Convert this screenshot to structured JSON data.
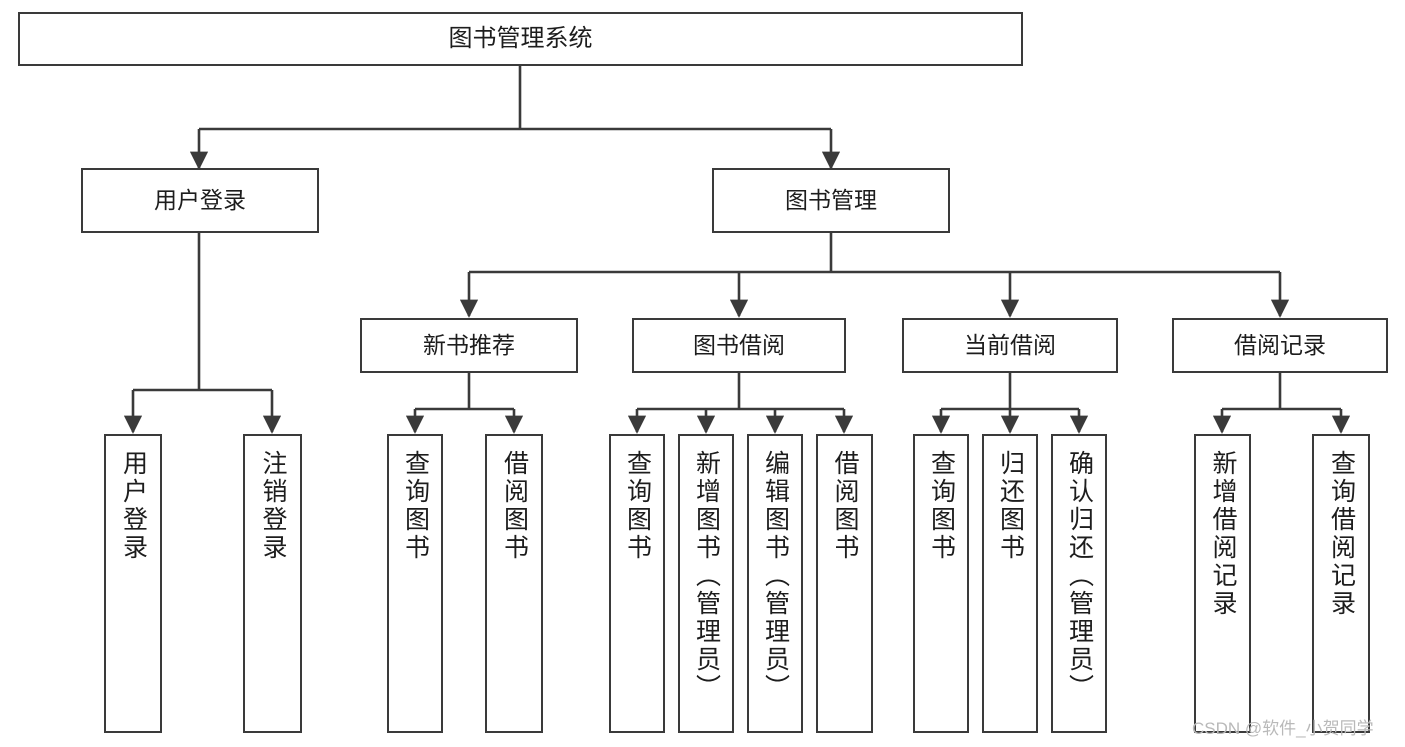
{
  "diagram": {
    "title": "图书管理系统",
    "type": "tree",
    "watermark": "CSDN @软件_小贺同学",
    "colors": {
      "stroke": "#3a3a3a",
      "fill": "#ffffff",
      "text": "#1d1d1d",
      "watermark": "#b9b9b9"
    },
    "root": {
      "label": "图书管理系统"
    },
    "level1": [
      {
        "label": "用户登录"
      },
      {
        "label": "图书管理"
      }
    ],
    "level2": [
      {
        "label": "新书推荐"
      },
      {
        "label": "图书借阅"
      },
      {
        "label": "当前借阅"
      },
      {
        "label": "借阅记录"
      }
    ],
    "leaves": {
      "user_login": [
        {
          "label": "用户登录"
        },
        {
          "label": "注销登录"
        }
      ],
      "new_book_recommend": [
        {
          "label": "查询图书"
        },
        {
          "label": "借阅图书"
        }
      ],
      "book_borrow": [
        {
          "label": "查询图书"
        },
        {
          "label": "新增图书（管理员）"
        },
        {
          "label": "编辑图书（管理员）"
        },
        {
          "label": "借阅图书"
        }
      ],
      "current_borrow": [
        {
          "label": "查询图书"
        },
        {
          "label": "归还图书"
        },
        {
          "label": "确认归还（管理员）"
        }
      ],
      "borrow_record": [
        {
          "label": "新增借阅记录"
        },
        {
          "label": "查询借阅记录"
        }
      ]
    }
  }
}
